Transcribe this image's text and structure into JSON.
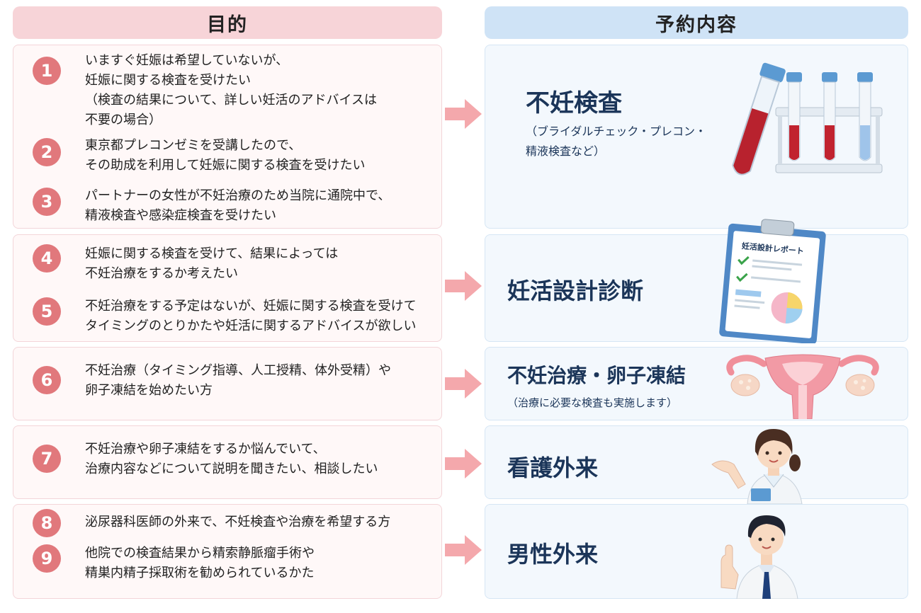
{
  "headers": {
    "left": "目的",
    "right": "予約内容"
  },
  "items": [
    {
      "num": "1",
      "lines": [
        "いますぐ妊娠は希望していないが、",
        "妊娠に関する検査を受けたい",
        "（検査の結果について、詳しい妊活のアドバイスは",
        "不要の場合）"
      ]
    },
    {
      "num": "2",
      "lines": [
        "東京都プレコンゼミを受講したので、",
        "その助成を利用して妊娠に関する検査を受けたい"
      ]
    },
    {
      "num": "3",
      "lines": [
        "パートナーの女性が不妊治療のため当院に通院中で、",
        "精液検査や感染症検査を受けたい"
      ]
    },
    {
      "num": "4",
      "lines": [
        "妊娠に関する検査を受けて、結果によっては",
        "不妊治療をするか考えたい"
      ]
    },
    {
      "num": "5",
      "lines": [
        "不妊治療をする予定はないが、妊娠に関する検査を受けて",
        "タイミングのとりかたや妊活に関するアドバイスが欲しい"
      ]
    },
    {
      "num": "6",
      "lines": [
        "不妊治療（タイミング指導、人工授精、体外受精）や",
        "卵子凍結を始めたい方"
      ]
    },
    {
      "num": "7",
      "lines": [
        "不妊治療や卵子凍結をするか悩んでいて、",
        "治療内容などについて説明を聞きたい、相談したい"
      ]
    },
    {
      "num": "8",
      "lines": [
        "泌尿器科医師の外来で、不妊検査や治療を希望する方"
      ]
    },
    {
      "num": "9",
      "lines": [
        "他院での検査結果から精索静脈瘤手術や",
        "精巣内精子採取術を勧められているかた"
      ]
    }
  ],
  "results": [
    {
      "title": "不妊検査",
      "sub": [
        "（ブライダルチェック・プレコン・",
        "精液検査など）"
      ],
      "icon": "test-tubes-icon"
    },
    {
      "title": "妊活設計診断",
      "report_title": "妊活設計レポート",
      "icon": "clipboard-report-icon"
    },
    {
      "title": "不妊治療・卵子凍結",
      "sub": [
        "（治療に必要な検査も実施します）"
      ],
      "icon": "uterus-icon"
    },
    {
      "title": "看護外来",
      "icon": "nurse-icon"
    },
    {
      "title": "男性外来",
      "icon": "male-doctor-icon"
    }
  ],
  "colors": {
    "pink_header": "#f7d4d8",
    "blue_header": "#cfe3f6",
    "number_circle": "#e1787c",
    "arrow": "#f4a8ac",
    "title_text": "#1b3559"
  }
}
